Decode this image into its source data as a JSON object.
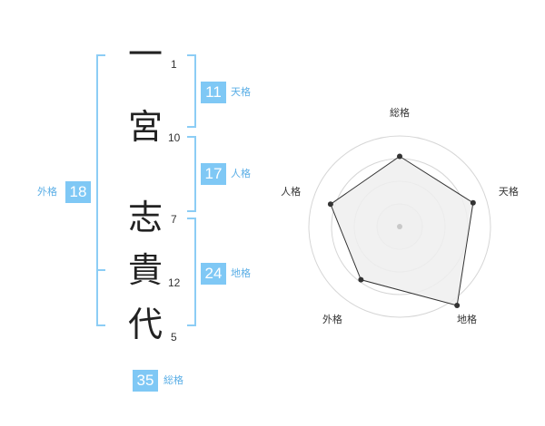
{
  "name_chars": [
    {
      "char": "一",
      "strokes": "1"
    },
    {
      "char": "宮",
      "strokes": "10"
    },
    {
      "char": "志",
      "strokes": "7"
    },
    {
      "char": "貴",
      "strokes": "12"
    },
    {
      "char": "代",
      "strokes": "5"
    }
  ],
  "kaku": {
    "tenkaku": {
      "value": "11",
      "label": "天格"
    },
    "jinkaku": {
      "value": "17",
      "label": "人格"
    },
    "chikaku": {
      "value": "24",
      "label": "地格"
    },
    "gaikaku": {
      "value": "18",
      "label": "外格"
    },
    "soukaku": {
      "value": "35",
      "label": "総格"
    }
  },
  "chart_data": {
    "type": "radar",
    "axes": [
      "総格",
      "天格",
      "地格",
      "外格",
      "人格"
    ],
    "levels": 4,
    "max": 4,
    "values": [
      3.1,
      3.4,
      4.3,
      2.9,
      3.2
    ],
    "colors": {
      "fill": "#efefef",
      "line": "#333333",
      "grid": "#d6d6d6",
      "point": "#333333"
    }
  }
}
